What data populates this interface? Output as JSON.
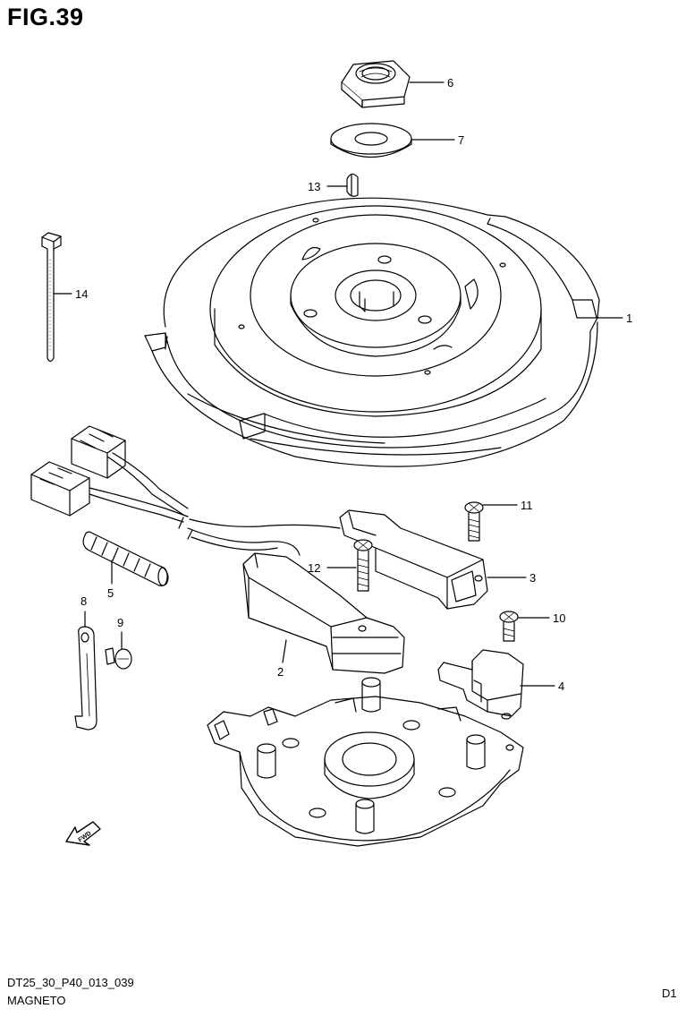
{
  "figure": {
    "title": "FIG.39"
  },
  "callouts": {
    "p1": "1",
    "p2": "2",
    "p3": "3",
    "p4": "4",
    "p5": "5",
    "p6": "6",
    "p7": "7",
    "p8": "8",
    "p9": "9",
    "p10": "10",
    "p11": "11",
    "p12": "12",
    "p13": "13",
    "p14": "14"
  },
  "fwd_arrow_label": "FWD",
  "footer": {
    "code": "DT25_30_P40_013_039",
    "name": "MAGNETO",
    "page_ref": "D1"
  }
}
